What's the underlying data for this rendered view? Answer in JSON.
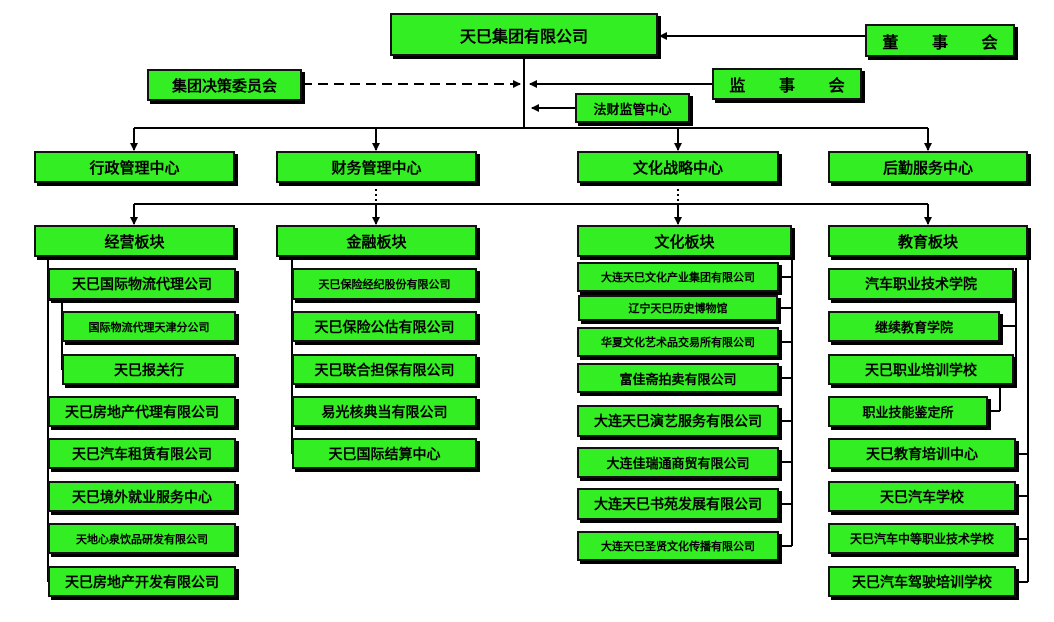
{
  "colors": {
    "box_fill": "#33ee22",
    "border": "#111111",
    "line": "#000000"
  },
  "top": {
    "group": "天巳集团有限公司",
    "board": "董 事 会",
    "committee": "集团决策委员会",
    "supervisors": "监 事 会",
    "legal_center": "法财监管中心"
  },
  "centers": [
    "行政管理中心",
    "财务管理中心",
    "文化战略中心",
    "后勤服务中心"
  ],
  "sectors": [
    {
      "title": "经营板块",
      "items": [
        "天巳国际物流代理公司",
        "国际物流代理天津分公司",
        "天巳报关行",
        "天巳房地产代理有限公司",
        "天巳汽车租赁有限公司",
        "天巳境外就业服务中心",
        "天地心泉饮品研发有限公司",
        "天巳房地产开发有限公司"
      ]
    },
    {
      "title": "金融板块",
      "items": [
        "天巳保险经纪股份有限公司",
        "天巳保险公估有限公司",
        "天巳联合担保有限公司",
        "易光核典当有限公司",
        "天巳国际结算中心"
      ]
    },
    {
      "title": "文化板块",
      "items": [
        "大连天巳文化产业集团有限公司",
        "辽宁天巳历史博物馆",
        "华夏文化艺术品交易所有限公司",
        "富佳斋拍卖有限公司",
        "大连天巳演艺服务有限公司",
        "大连佳瑞通商贸有限公司",
        "大连天巳书苑发展有限公司",
        "大连天巳圣贤文化传播有限公司"
      ]
    },
    {
      "title": "教育板块",
      "items": [
        "汽车职业技术学院",
        "继续教育学院",
        "天巳职业培训学校",
        "职业技能鉴定所",
        "天巳教育培训中心",
        "天巳汽车学校",
        "天巳汽车中等职业技术学校",
        "天巳汽车驾驶培训学校"
      ]
    }
  ]
}
